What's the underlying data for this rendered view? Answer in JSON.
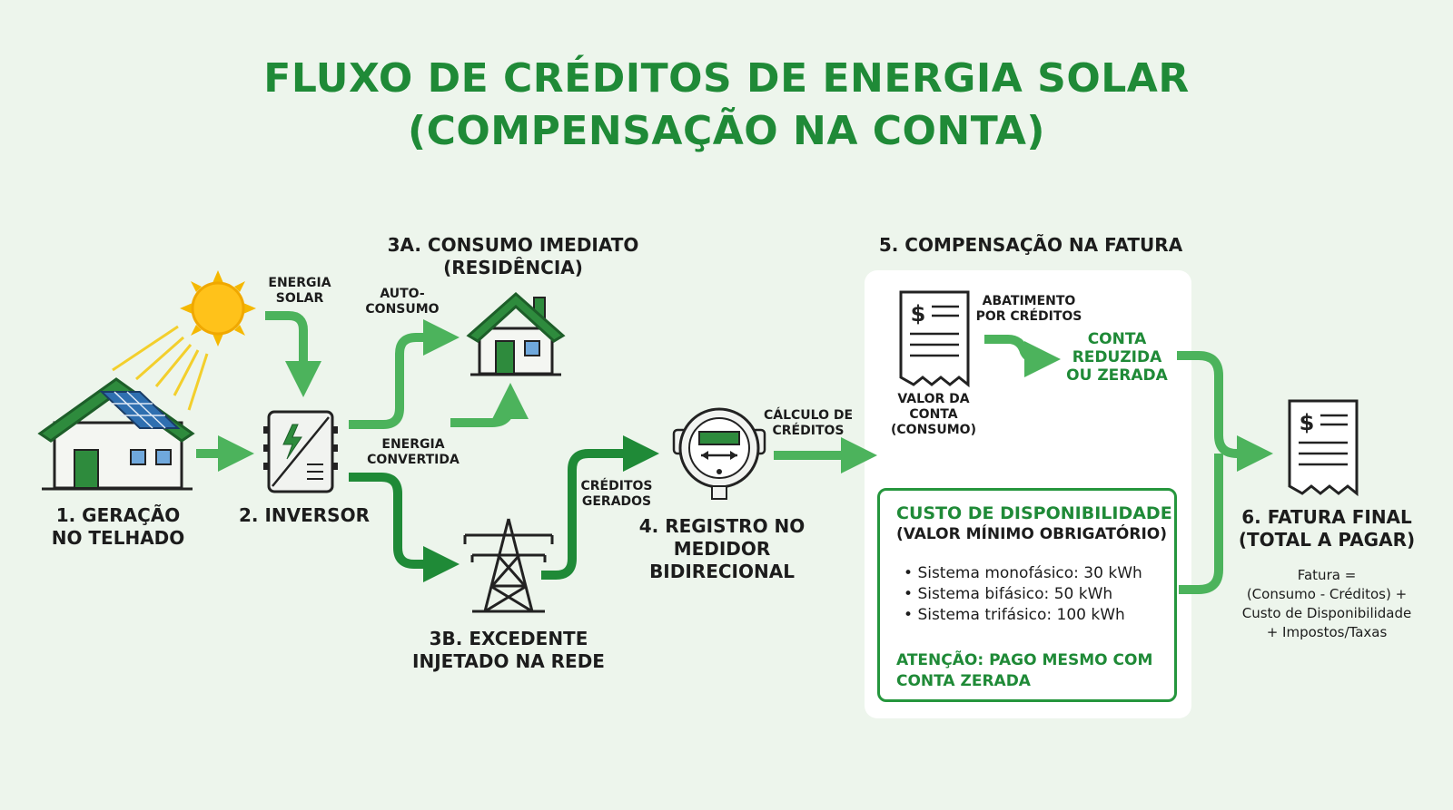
{
  "title": {
    "line1": "FLUXO DE CRÉDITOS DE ENERGIA SOLAR",
    "line2": "(COMPENSAÇÃO NA CONTA)"
  },
  "steps": {
    "step1": {
      "line1": "1. GERAÇÃO",
      "line2": "NO TELHADO"
    },
    "step2": {
      "label": "2. INVERSOR"
    },
    "step3a": {
      "line1": "3A. CONSUMO IMEDIATO",
      "line2": "(RESIDÊNCIA)"
    },
    "step3b": {
      "line1": "3B. EXCEDENTE",
      "line2": "INJETADO NA REDE"
    },
    "step4": {
      "line1": "4. REGISTRO NO",
      "line2": "MEDIDOR",
      "line3": "BIDIRECIONAL"
    },
    "step5": {
      "label": "5. COMPENSAÇÃO NA FATURA"
    },
    "step6": {
      "line1": "6. FATURA FINAL",
      "line2": "(TOTAL A PAGAR)"
    }
  },
  "flow_labels": {
    "energia_solar": {
      "line1": "ENERGIA",
      "line2": "SOLAR"
    },
    "autoconsumo": {
      "line1": "AUTO-",
      "line2": "CONSUMO"
    },
    "energia_convertida": {
      "line1": "ENERGIA",
      "line2": "CONVERTIDA"
    },
    "creditos_gerados": {
      "line1": "CRÉDITOS",
      "line2": "GERADOS"
    },
    "calculo_creditos": {
      "line1": "CÁLCULO DE",
      "line2": "CRÉDITOS"
    },
    "abatimento": {
      "line1": "ABATIMENTO",
      "line2": "POR CRÉDITOS"
    },
    "conta_reduzida": {
      "line1": "CONTA",
      "line2": "REDUZIDA",
      "line3": "OU ZERADA"
    },
    "valor_conta": {
      "line1": "VALOR DA",
      "line2": "CONTA",
      "line3": "(CONSUMO)"
    }
  },
  "cost_box": {
    "title": "CUSTO DE DISPONIBILIDADE",
    "subtitle": "(VALOR MÍNIMO OBRIGATÓRIO)",
    "items": [
      "Sistema monofásico: 30 kWh",
      "Sistema bifásico: 50 kWh",
      "Sistema trifásico: 100 kWh"
    ],
    "warning_line1": "ATENÇÃO: PAGO MESMO COM",
    "warning_line2": "CONTA ZERADA"
  },
  "formula": {
    "line1": "Fatura =",
    "line2": "(Consumo - Créditos) +",
    "line3": "Custo de Disponibilidade",
    "line4": "+ Impostos/Taxas"
  },
  "icons": {
    "sun": "sun-icon",
    "house_solar": "house-with-solar-panels-icon",
    "inverter": "inverter-icon",
    "house": "house-icon",
    "tower": "transmission-tower-icon",
    "meter": "bidirectional-meter-icon",
    "bill": "invoice-icon"
  },
  "colors": {
    "background": "#edf5ec",
    "accent_green": "#1f8a37",
    "arrow_dark": "#1f8a37",
    "arrow_light": "#4cb35c",
    "sun": "#f5b800",
    "house_roof": "#2e8b3d",
    "panel_white": "#ffffff"
  }
}
